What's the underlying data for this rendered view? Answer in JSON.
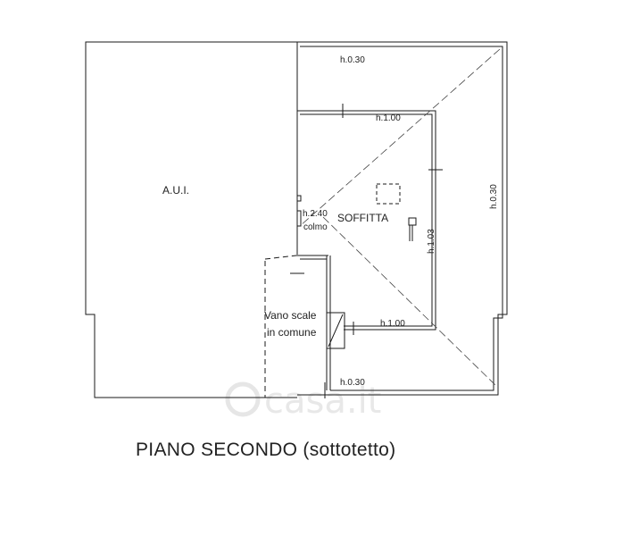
{
  "labels": {
    "aui": "A.U.I.",
    "h030_top": "h.0.30",
    "h100_top": "h.1.00",
    "h240": "h.2.40",
    "colmo": "colmo",
    "soffitta": "SOFFITTA",
    "h103": "h.1.03",
    "h030_right": "h.0.30",
    "vano_line1": "Vano scale",
    "vano_line2": "in comune",
    "h100_bottom": "h.1.00",
    "h030_bottom": "h.0.30"
  },
  "watermark": "casa.it",
  "caption": "PIANO SECONDO (sottotetto)",
  "colors": {
    "line": "#1a1a1a",
    "watermark": "#e6e6e6"
  }
}
